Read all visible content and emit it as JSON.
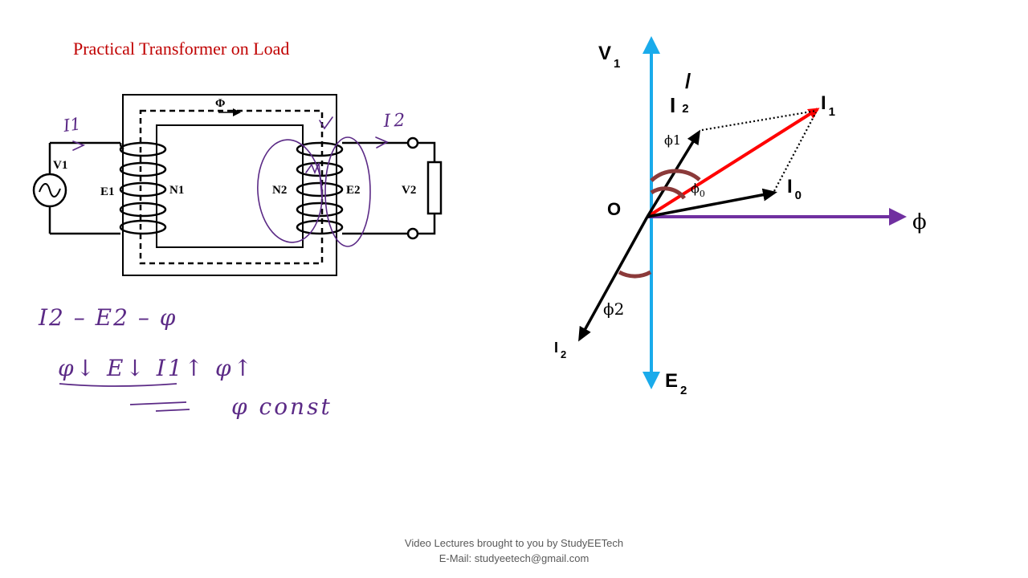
{
  "slide": {
    "title": "Practical Transformer on Load",
    "footer_line1": "Video Lectures brought to you by StudyEETech",
    "footer_line2": "E-Mail: studyeetech@gmail.com"
  },
  "circuit": {
    "flux_label": "Φ",
    "source_label": "V1",
    "primary_emf": "E1",
    "primary_turns": "N1",
    "secondary_turns": "N2",
    "secondary_emf": "E2",
    "load_voltage": "V2"
  },
  "phasor": {
    "v1": "V",
    "v1_sub": "1",
    "i2p": "I",
    "i2p_prime": "/",
    "i2p_sub": "2",
    "i1": "I",
    "i1_sub": "1",
    "phi1": "ϕ1",
    "phi0": "ϕ",
    "phi0_sub": "0",
    "i0": "I",
    "i0_sub": "0",
    "origin": "O",
    "flux": "ϕ",
    "phi2": "ϕ2",
    "i2": "I",
    "i2_sub": "2",
    "e2": "E",
    "e2_sub": "2",
    "colors": {
      "v_e_axis": "#1aabeb",
      "flux_axis": "#7030a0",
      "i1": "#ff0000",
      "arc": "#8b3a3a"
    }
  },
  "notes": {
    "ink_color": "#5b2a86",
    "primary_current": "I1",
    "secondary_current": "I2",
    "line1": "I2 – E2 – φ",
    "line2": "φ↓ E↓ I1↑ φ↑",
    "line3": "φ const"
  }
}
